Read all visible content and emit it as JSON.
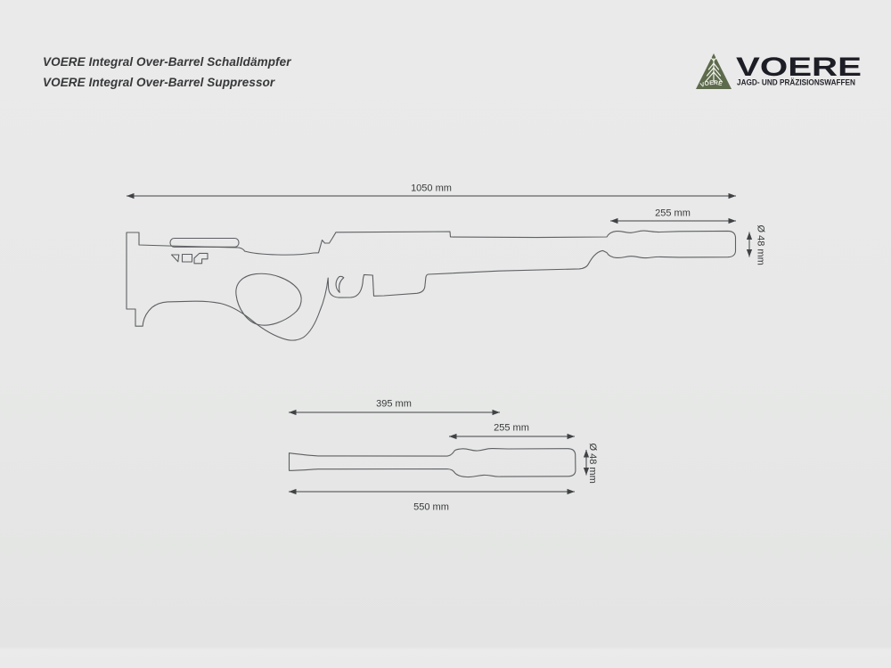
{
  "page": {
    "background_color": "#e8e8e8"
  },
  "header": {
    "title_line1": "VOERE Integral Over-Barrel Schalldämpfer",
    "title_line2": "VOERE Integral Over-Barrel Suppressor"
  },
  "logo": {
    "emblem_text": "VOERE",
    "wordmark": "VOERE",
    "tagline": "JAGD- UND PRÄZISIONSWAFFEN",
    "emblem_color": "#5d6b4c",
    "text_color": "#1d1d26"
  },
  "rifle_diagram": {
    "description": "rifle with integral over-barrel suppressor, side view",
    "dim_overall": "1050 mm",
    "dim_suppressor": "255 mm",
    "dim_diameter": "Ø 48 mm"
  },
  "suppressor_diagram": {
    "description": "suppressor unit alone, side view",
    "dim_rear": "395 mm",
    "dim_body": "255 mm",
    "dim_total": "550 mm",
    "dim_diameter": "Ø 48 mm"
  }
}
